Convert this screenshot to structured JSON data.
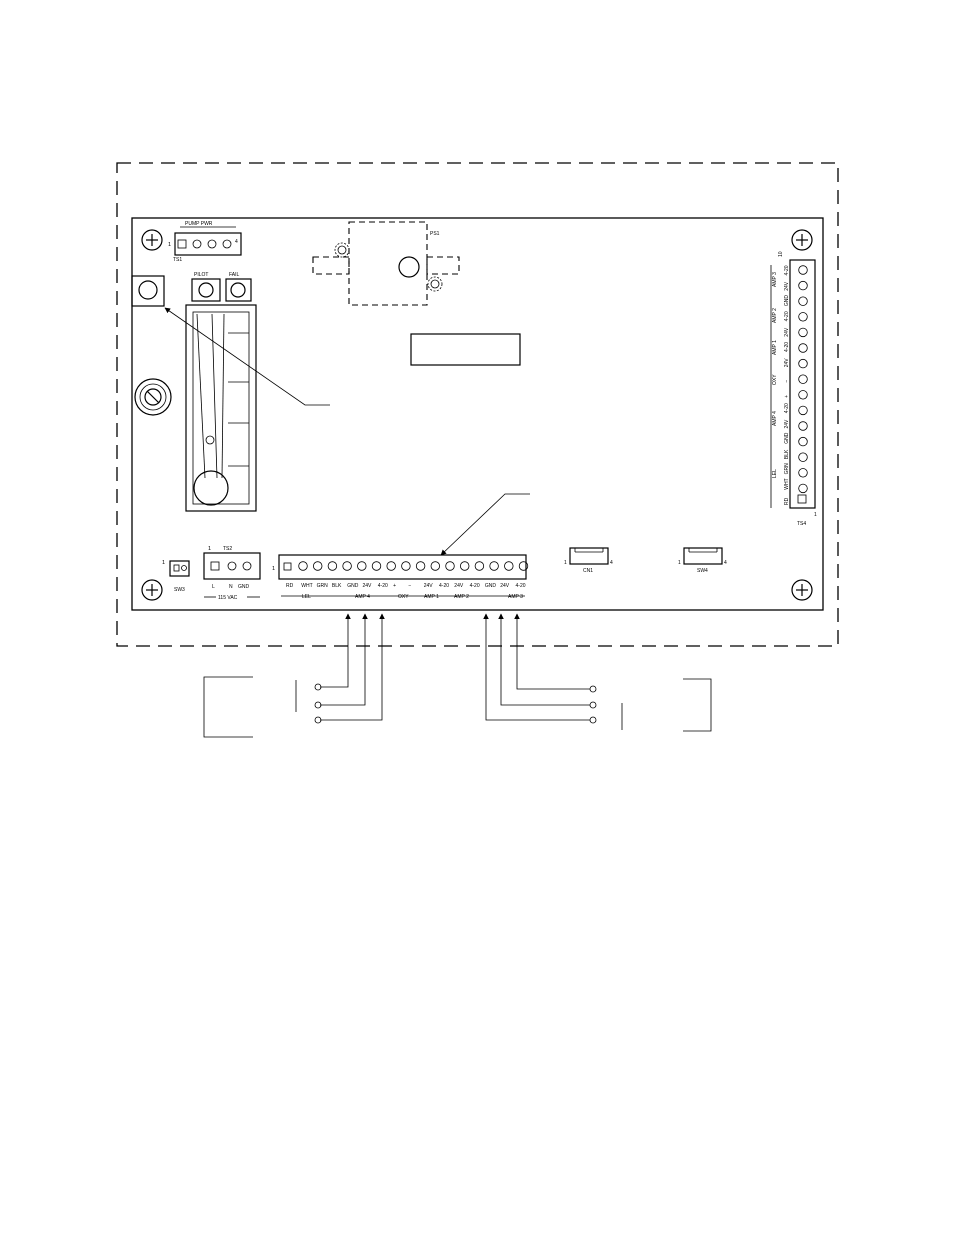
{
  "ts1": {
    "id": "TS1",
    "pin1": "1",
    "pin4": "4",
    "header": "PUMP PWR"
  },
  "ps1": {
    "id": "PS1"
  },
  "indicators": {
    "pilot": "PILOT",
    "fail": "FAIL"
  },
  "ts2": {
    "pin1": "1",
    "id": "TS2",
    "terms": [
      "L",
      "N",
      "GND"
    ],
    "voltage": "115 VAC"
  },
  "sw3": {
    "pin1": "1",
    "id": "SW3"
  },
  "ts3": {
    "pin1": "1",
    "terms": [
      "RD",
      "WHT",
      "GRN",
      "BLK",
      "GND",
      "24V",
      "4-20",
      "+",
      "−",
      "24V",
      "4-20",
      "24V",
      "4-20",
      "GND",
      "24V",
      "4-20"
    ],
    "groups": [
      "LEL",
      "AMP 4",
      "OXY",
      "AMP 1",
      "AMP 2",
      "AMP 3"
    ]
  },
  "cn": {
    "pin_left": "1",
    "pin_right": "4",
    "id": "CN1"
  },
  "sw": {
    "pin_left": "1",
    "pin_right": "4",
    "id": "SW4"
  },
  "ts4": {
    "id": "TS4",
    "header": "10",
    "pin_end": "1",
    "terms": [
      "RD",
      "WHT",
      "GRN",
      "BLK",
      "GND",
      "24V",
      "4-20",
      "+",
      "−",
      "24V",
      "4-20",
      "24V",
      "4-20",
      "GND",
      "24V",
      "4-20"
    ],
    "groups": [
      "LEL",
      "AMP 4",
      "OXY",
      "AMP 1",
      "AMP 2",
      "AMP 3"
    ]
  }
}
